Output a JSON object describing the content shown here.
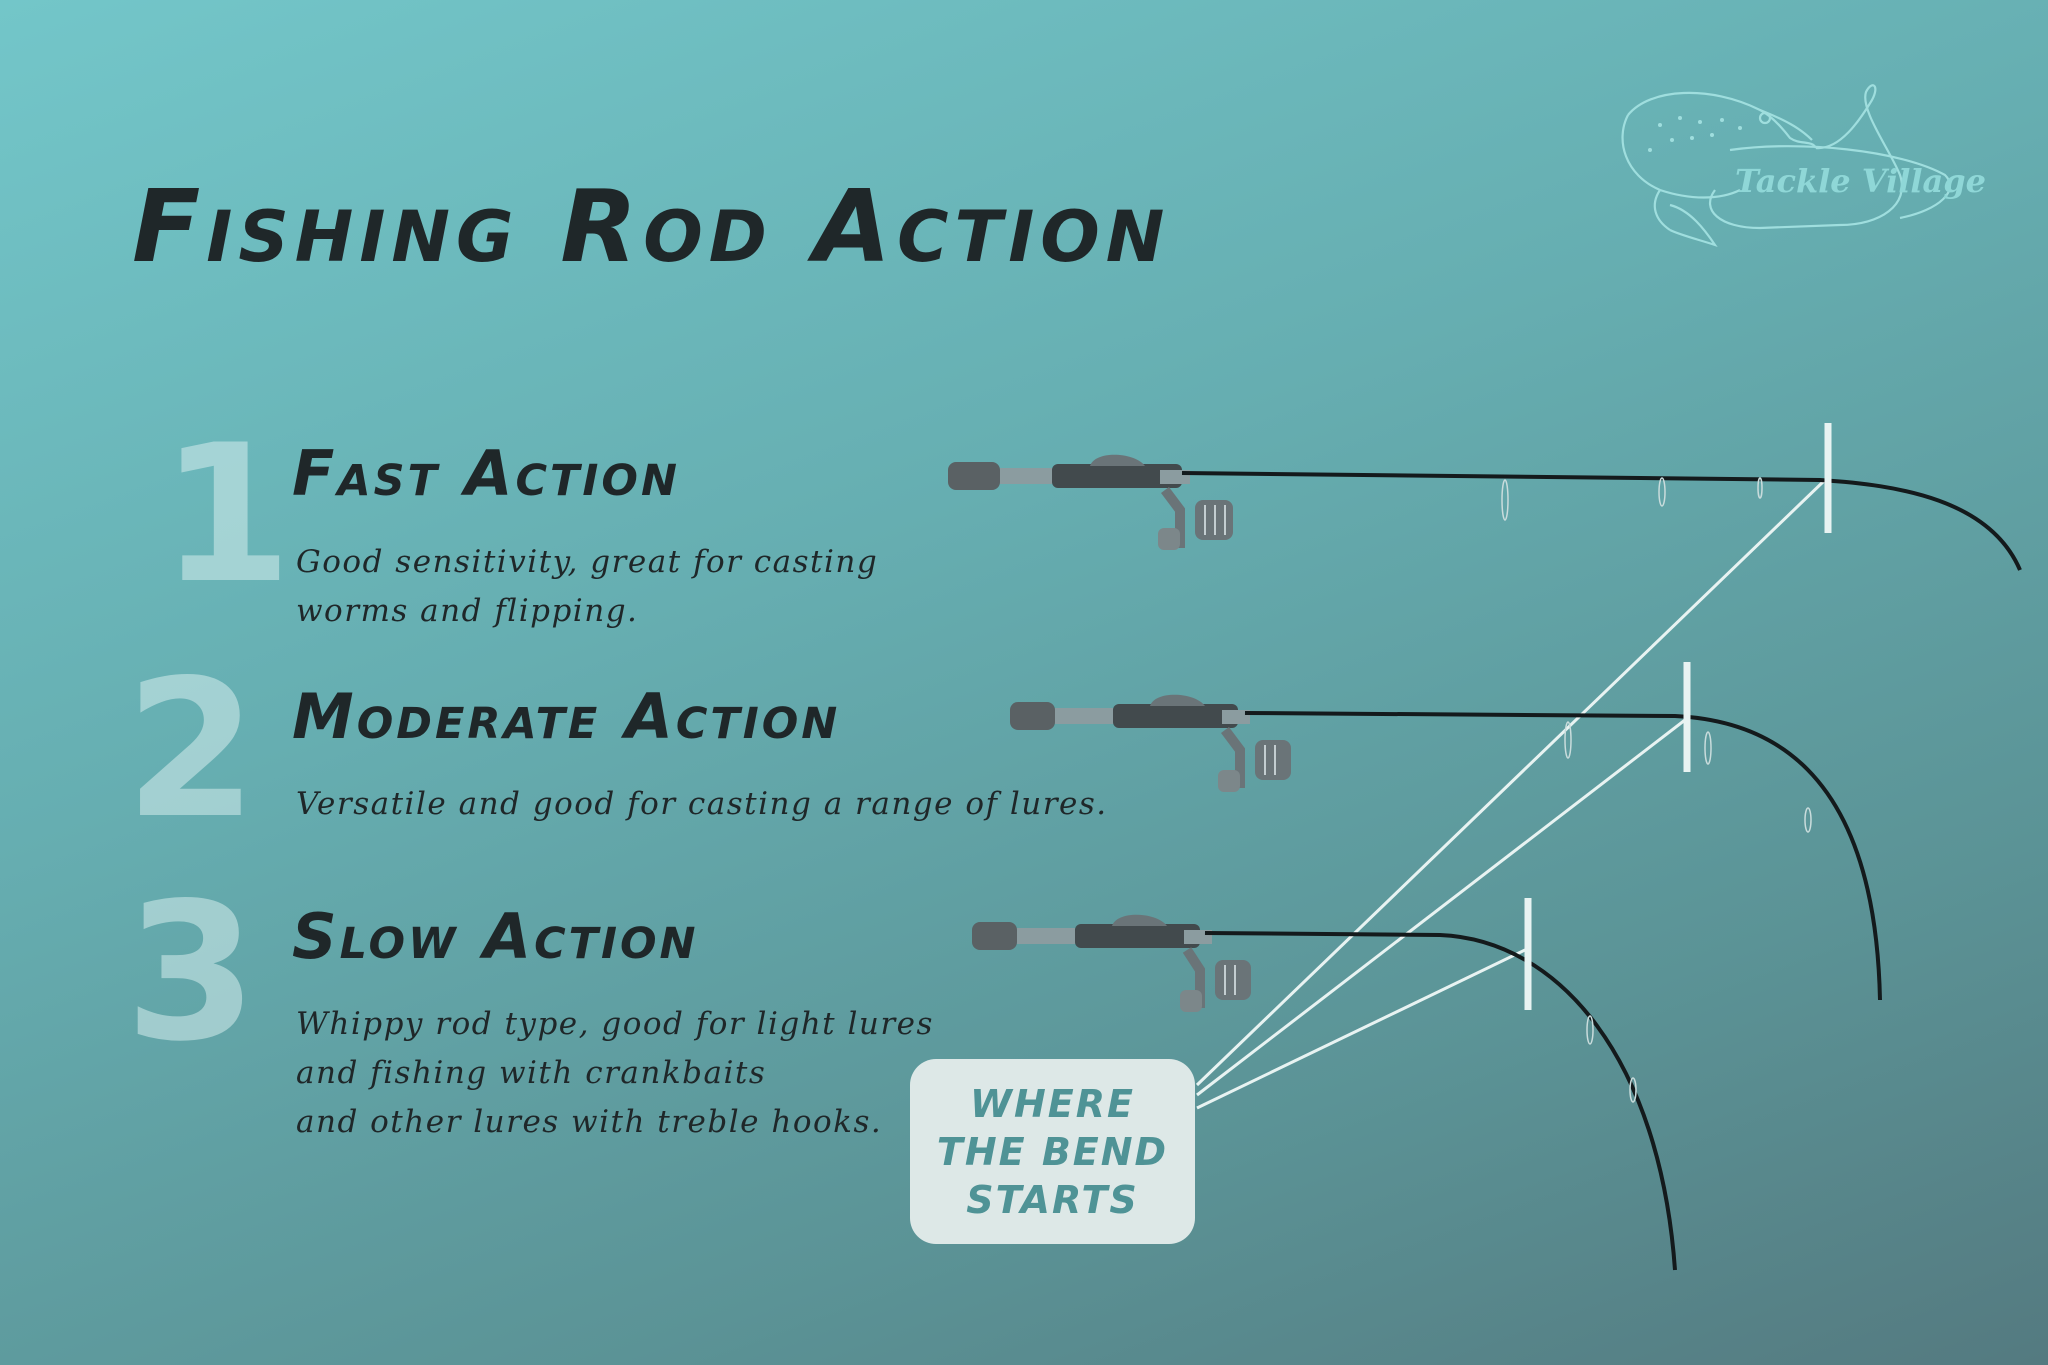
{
  "title": "Fishing Rod Action",
  "logo": {
    "text": "Tackle Village",
    "icon": "fish-logo-icon"
  },
  "items": [
    {
      "number": "1",
      "title": "Fast Action",
      "description_lines": [
        "Good sensitivity, great for casting",
        "worms and flipping."
      ]
    },
    {
      "number": "2",
      "title": "Moderate Action",
      "description_lines": [
        "Versatile and good for casting a range of lures."
      ]
    },
    {
      "number": "3",
      "title": "Slow Action",
      "description_lines": [
        "Whippy rod type, good for light lures",
        "and fishing with crankbaits",
        "and other lures with treble hooks."
      ]
    }
  ],
  "callout": {
    "lines": [
      "WHERE",
      "THE BEND",
      "STARTS"
    ]
  },
  "colors": {
    "text": "#1f2729",
    "number": "#d6ecec",
    "callout_bg": "#dde8e7",
    "callout_text": "#4f9396",
    "line": "#e8f3f2"
  }
}
